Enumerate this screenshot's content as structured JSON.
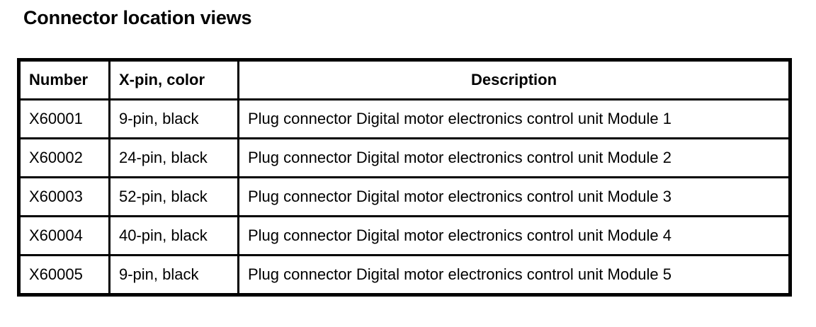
{
  "page": {
    "title": "Connector location views",
    "background_color": "#ffffff",
    "text_color": "#000000"
  },
  "table": {
    "columns": [
      {
        "key": "number",
        "label": "Number",
        "align": "left"
      },
      {
        "key": "xpin",
        "label": "X-pin, color",
        "align": "left"
      },
      {
        "key": "description",
        "label": "Description",
        "align": "center"
      }
    ],
    "rows": [
      {
        "number": "X60001",
        "xpin": "9-pin, black",
        "description": "Plug connector Digital motor electronics control unit Module 1"
      },
      {
        "number": "X60002",
        "xpin": "24-pin, black",
        "description": "Plug connector Digital motor electronics control unit Module 2"
      },
      {
        "number": "X60003",
        "xpin": "52-pin, black",
        "description": "Plug connector Digital motor electronics control unit Module 3"
      },
      {
        "number": "X60004",
        "xpin": "40-pin, black",
        "description": "Plug connector Digital motor electronics control unit Module 4"
      },
      {
        "number": "X60005",
        "xpin": "9-pin, black",
        "description": "Plug connector Digital motor electronics control unit Module 5"
      }
    ]
  }
}
